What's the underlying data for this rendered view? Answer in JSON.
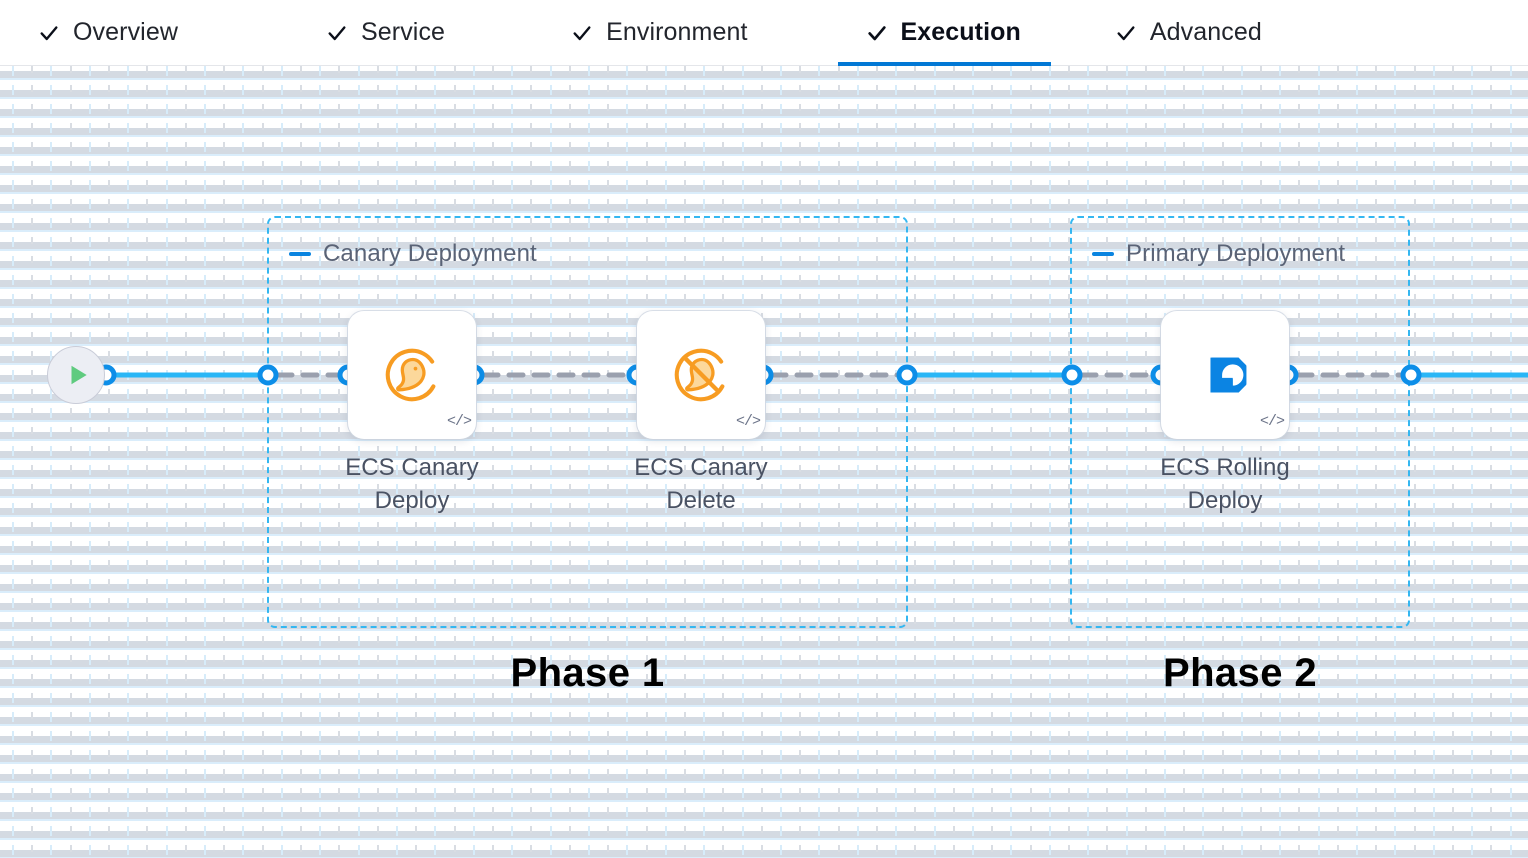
{
  "tabs": [
    {
      "label": "Overview",
      "icon": "check-icon",
      "active": false
    },
    {
      "label": "Service",
      "icon": "check-icon",
      "active": false
    },
    {
      "label": "Environment",
      "icon": "check-icon",
      "active": false
    },
    {
      "label": "Execution",
      "icon": "check-icon",
      "active": true
    },
    {
      "label": "Advanced",
      "icon": "check-icon",
      "active": false
    }
  ],
  "canvas": {
    "start_node": {
      "icon": "play-icon"
    },
    "groups": [
      {
        "id": "canary",
        "title": "Canary Deployment",
        "collapse_icon": "minus-icon",
        "phase_label": "Phase 1"
      },
      {
        "id": "primary",
        "title": "Primary Deployment",
        "collapse_icon": "minus-icon",
        "phase_label": "Phase 2"
      }
    ],
    "nodes": [
      {
        "id": "ecs-canary-deploy",
        "label": "ECS Canary\nDeploy",
        "icon": "canary-bird-icon",
        "badge": "code-icon"
      },
      {
        "id": "ecs-canary-delete",
        "label": "ECS Canary\nDelete",
        "icon": "canary-bird-slash-icon",
        "badge": "code-icon"
      },
      {
        "id": "ecs-rolling-deploy",
        "label": "ECS Rolling\nDeploy",
        "icon": "rolling-deploy-hex-icon",
        "badge": "code-icon"
      }
    ]
  },
  "colors": {
    "accent_blue": "#0278d5",
    "edge_blue": "#29b6f6",
    "port_blue": "#0d8ee8",
    "group_border": "#34b7f1",
    "edge_dashed_gray": "#9aa0ae",
    "canary_orange": "#f79c22",
    "rolling_blue": "#0b84e3",
    "play_green": "#5fcb7f"
  }
}
